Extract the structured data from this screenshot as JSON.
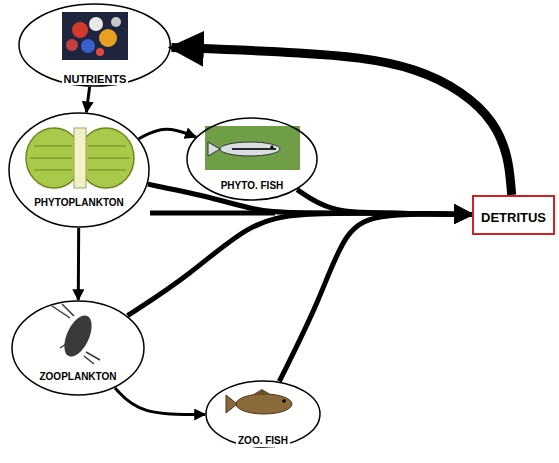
{
  "diagram": {
    "nodes": [
      {
        "text": [
          "NUTRIENTS"
        ]
      },
      {
        "text": [
          "PHYTOPLANKTON"
        ]
      },
      {
        "text": [
          "PHYTO. FISH"
        ]
      },
      {
        "text": [
          "ZOOPLANKTON"
        ]
      },
      {
        "text": [
          "ZOO. FISH"
        ]
      },
      {
        "text": [
          "DETRITUS"
        ]
      }
    ],
    "edges": [
      {
        "from": 0,
        "to": 1,
        "arrow": "to"
      },
      {
        "from": 1,
        "to": 2,
        "arrow": "to"
      },
      {
        "from": 1,
        "to": 3,
        "arrow": "to"
      },
      {
        "from": 3,
        "to": 4,
        "arrow": "to"
      },
      {
        "from": 1,
        "to": 5,
        "arrow": "to"
      },
      {
        "from": 3,
        "to": 5,
        "arrow": "to"
      },
      {
        "from": 2,
        "to": 5,
        "arrow": "to"
      },
      {
        "from": 4,
        "to": 5,
        "arrow": "to"
      },
      {
        "from": 5,
        "to": 0,
        "arrow": "to"
      }
    ]
  }
}
